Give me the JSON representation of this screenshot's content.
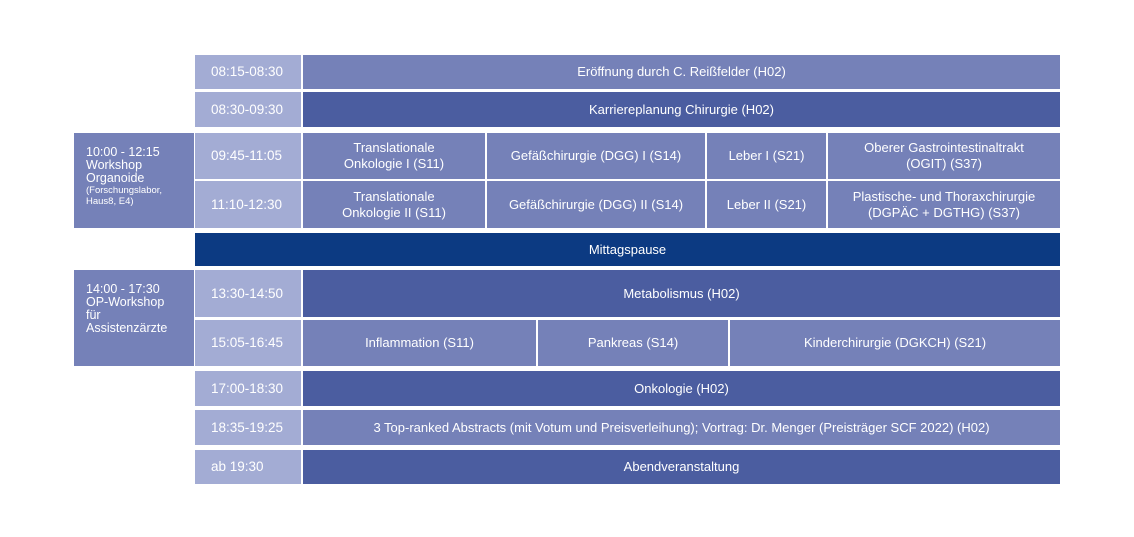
{
  "side_blocks": [
    {
      "title": "10:00 - 12:15\nWorkshop\nOrganoide",
      "note": "(Forschungslabor,\nHaus8, E4)"
    },
    {
      "title": "14:00 - 17:30\nOP-Workshop\nfür\nAssistenzärzte",
      "note": ""
    }
  ],
  "rows": [
    {
      "time": "08:15-08:30",
      "sessions": [
        "Eröffnung durch C. Reißfelder (H02)"
      ]
    },
    {
      "time": "08:30-09:30",
      "sessions": [
        "Karriereplanung Chirurgie (H02)"
      ]
    },
    {
      "time": "09:45-11:05",
      "sessions": [
        "Translationale\nOnkologie I (S11)",
        "Gefäßchirurgie (DGG) I (S14)",
        "Leber I (S21)",
        "Oberer Gastrointestinaltrakt\n(OGIT) (S37)"
      ]
    },
    {
      "time": "11:10-12:30",
      "sessions": [
        "Translationale\nOnkologie II (S11)",
        "Gefäßchirurgie (DGG) II (S14)",
        "Leber II (S21)",
        "Plastische- und Thoraxchirurgie\n(DGPÄC + DGTHG) (S37)"
      ]
    },
    {
      "time": "",
      "sessions": [
        "Mittagspause"
      ]
    },
    {
      "time": "13:30-14:50",
      "sessions": [
        "Metabolismus (H02)"
      ]
    },
    {
      "time": "15:05-16:45",
      "sessions": [
        "Inflammation (S11)",
        "Pankreas (S14)",
        "Kinderchirurgie (DGKCH) (S21)"
      ]
    },
    {
      "time": "17:00-18:30",
      "sessions": [
        "Onkologie (H02)"
      ]
    },
    {
      "time": "18:35-19:25",
      "sessions": [
        "3 Top-ranked Abstracts (mit Votum und Preisverleihung); Vortrag: Dr. Menger (Preisträger SCF 2022) (H02)"
      ]
    },
    {
      "time": "ab 19:30",
      "sessions": [
        "Abendveranstaltung"
      ]
    }
  ],
  "colors": {
    "time_cell": "#a3acd4",
    "session_medium": "#7581b8",
    "session_dark": "#4b5da0",
    "lunch": "#0c3a82"
  }
}
